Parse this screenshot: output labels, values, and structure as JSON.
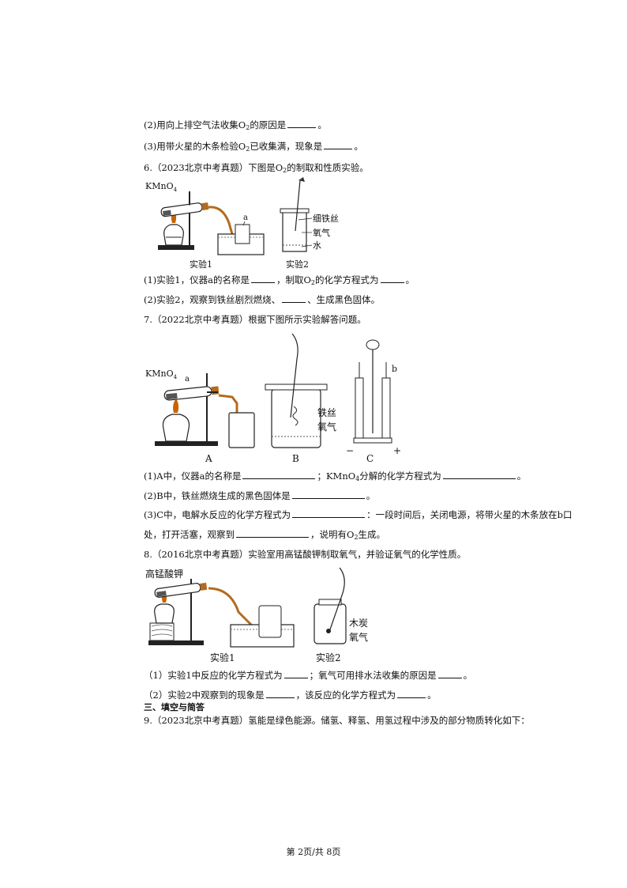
{
  "lines": {
    "q5_2_a": "(2)用向上排空气法收集O",
    "q5_2_b": "的原因是",
    "q5_3_a": "(3)用带火星的木条检验O",
    "q5_3_b": "已收集满，现象是",
    "q6_title_a": "6.（2023北京中考真题）下图是O",
    "q6_title_b": "的制取和性质实验。",
    "q6_1_a": "(1)实验1，仪器a的名称是",
    "q6_1_b": "，制取O",
    "q6_1_c": "的化学方程式为",
    "q6_2_a": "(2)实验2，观察到铁丝剧烈燃烧、",
    "q6_2_b": "、生成黑色固体。",
    "q7_title": "7.（2022北京中考真题）根据下图所示实验解答问题。",
    "q7_1_a": "(1)A中，仪器a的名称是",
    "q7_1_b": "；KMnO",
    "q7_1_c": "分解的化学方程式为",
    "q7_2_a": "(2)B中，铁丝燃烧生成的黑色固体是",
    "q7_3_a": "(3)C中，电解水反应的化学方程式为",
    "q7_3_b": "：一段时间后，关闭电源，将带火星的木条放在b口",
    "q7_3_c": "处，打开活塞，观察到",
    "q7_3_d": "，说明有O",
    "q7_3_e": "生成。",
    "q8_title": "8.（2016北京中考真题）实验室用高锰酸钾制取氧气，并验证氧气的化学性质。",
    "q8_1_a": "（1）实验1中反应的化学方程式为",
    "q8_1_b": "；氧气可用排水法收集的原因是",
    "q8_2_a": "（2）实验2中观察到的现象是",
    "q8_2_b": "，该反应的化学方程式为",
    "section3": "三、填空与简答",
    "q9_title": "9.（2023北京中考真题）氢能是绿色能源。储氢、释氢、用氢过程中涉及的部分物质转化如下：",
    "sub2": "2",
    "sub4": "4",
    "period": "。"
  },
  "fig6": {
    "kmno4": "KMnO",
    "sub4": "4",
    "a": "a",
    "wire": "细铁丝",
    "oxygen": "氧气",
    "water": "水",
    "exp1": "实验1",
    "exp2": "实验2"
  },
  "fig7": {
    "kmno4": "KMnO",
    "sub4": "4",
    "a": "a",
    "iron": "铁丝",
    "oxygen": "氧气",
    "b": "b",
    "labelA": "A",
    "labelB": "B",
    "labelC": "C",
    "minus": "−",
    "plus": "+"
  },
  "fig8": {
    "reagent": "高锰酸钾",
    "charcoal": "木炭",
    "oxygen": "氧气",
    "exp1": "实验1",
    "exp2": "实验2"
  },
  "footer": "第 2页/共 8页"
}
